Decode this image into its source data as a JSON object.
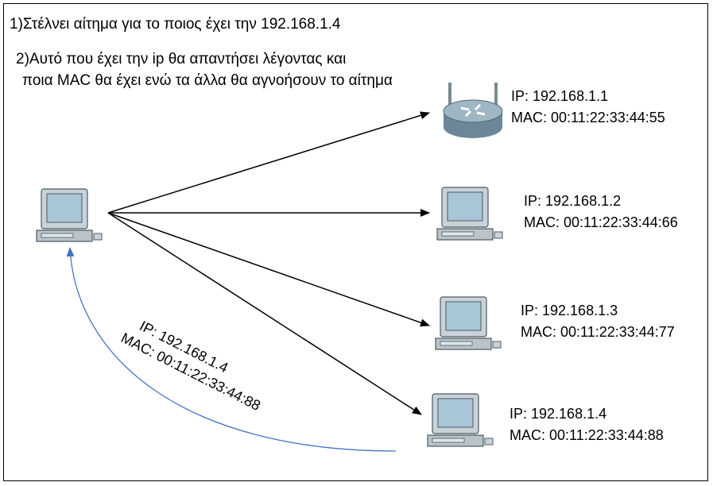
{
  "instructions": {
    "step1": "1)Στέλνει αίτημα  για το ποιος έχει την 192.168.1.4",
    "step2_line1": "2)Αυτό που έχει την ip θα απαντήσει λέγοντας και",
    "step2_line2": "ποια MAC θα έχει ενώ τα άλλα θα αγνοήσουν το αίτημα"
  },
  "devices": [
    {
      "ip": "IP: 192.168.1.1",
      "mac": "MAC: 00:11:22:33:44:55",
      "icon": "router-icon"
    },
    {
      "ip": "IP: 192.168.1.2",
      "mac": "MAC: 00:11:22:33:44:66",
      "icon": "computer-icon"
    },
    {
      "ip": "IP: 192.168.1.3",
      "mac": "MAC: 00:11:22:33:44:77",
      "icon": "computer-icon"
    },
    {
      "ip": "IP: 192.168.1.4",
      "mac": "MAC: 00:11:22:33:44:88",
      "icon": "computer-icon"
    }
  ],
  "reply": {
    "ip": "IP: 192.168.1.4",
    "mac": "MAC: 00:11:22:33:44:88"
  },
  "colors": {
    "request_arrows": "#000000",
    "reply_arrow": "#4472c4",
    "device_body": "#c8d2d8",
    "screen": "#a9c6d6"
  }
}
